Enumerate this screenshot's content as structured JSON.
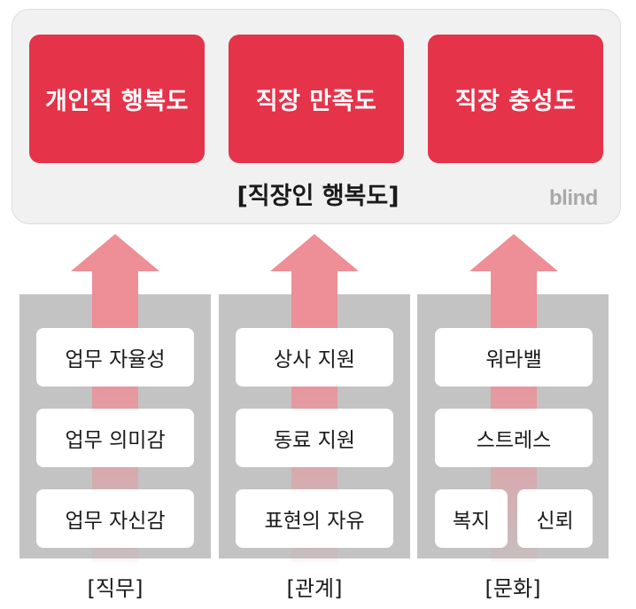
{
  "colors": {
    "red": "#e5334a",
    "arrow_pink": "#ee8e96",
    "panel_bg": "#f1f1f1",
    "column_bg": "#c3c3c3"
  },
  "top": {
    "boxes": [
      {
        "label": "개인적 행복도"
      },
      {
        "label": "직장 만족도"
      },
      {
        "label": "직장 충성도"
      }
    ],
    "title": "[직장인 행복도]",
    "brand": "blind"
  },
  "columns": [
    {
      "label": "[직무]",
      "cards": [
        "업무 자율성",
        "업무 의미감",
        "업무 자신감"
      ]
    },
    {
      "label": "[관계]",
      "cards": [
        "상사 지원",
        "동료 지원",
        "표현의 자유"
      ]
    },
    {
      "label": "[문화]",
      "cards": [
        "워라밸",
        "스트레스",
        "복지",
        "신뢰"
      ]
    }
  ]
}
